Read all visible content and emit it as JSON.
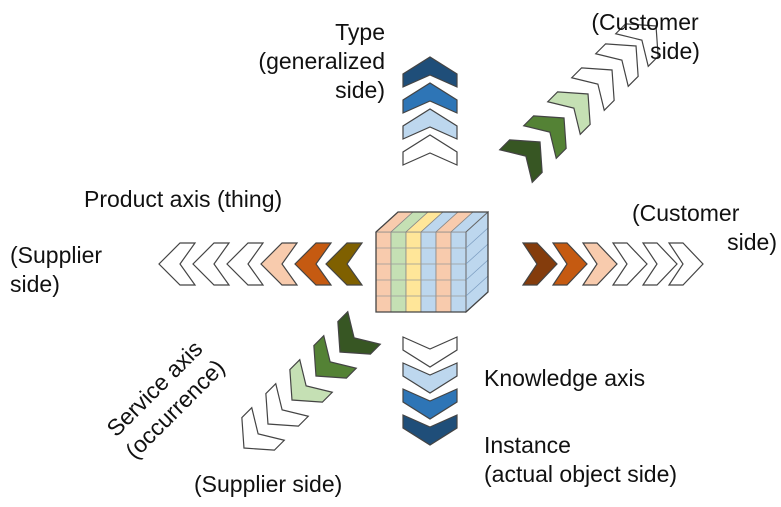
{
  "labels": {
    "type": [
      "Type",
      "(generalized",
      "side)"
    ],
    "customer_top": [
      "(Customer",
      "side)"
    ],
    "product_axis": "Product axis (thing)",
    "customer_right": [
      "(Customer",
      "side)"
    ],
    "supplier_left": [
      "(Supplier",
      "side)"
    ],
    "knowledge_axis": "Knowledge axis",
    "instance": [
      "Instance",
      "(actual object side)"
    ],
    "service_axis": [
      "Service axis",
      "(occurrence)"
    ],
    "supplier_bottom": "(Supplier side)"
  },
  "colors": {
    "blue": [
      "#1f4e79",
      "#2e75b6",
      "#bdd7ee",
      "#ffffff"
    ],
    "green": [
      "#375623",
      "#548235",
      "#c5e0b4",
      "#ffffff"
    ],
    "orange": [
      "#843c0c",
      "#c55a11",
      "#f8cbad",
      "#ffffff"
    ],
    "olive": "#7f6000",
    "cube_stripes": [
      "#f8cbad",
      "#c5e0b4",
      "#ffe699",
      "#bdd7ee"
    ]
  }
}
